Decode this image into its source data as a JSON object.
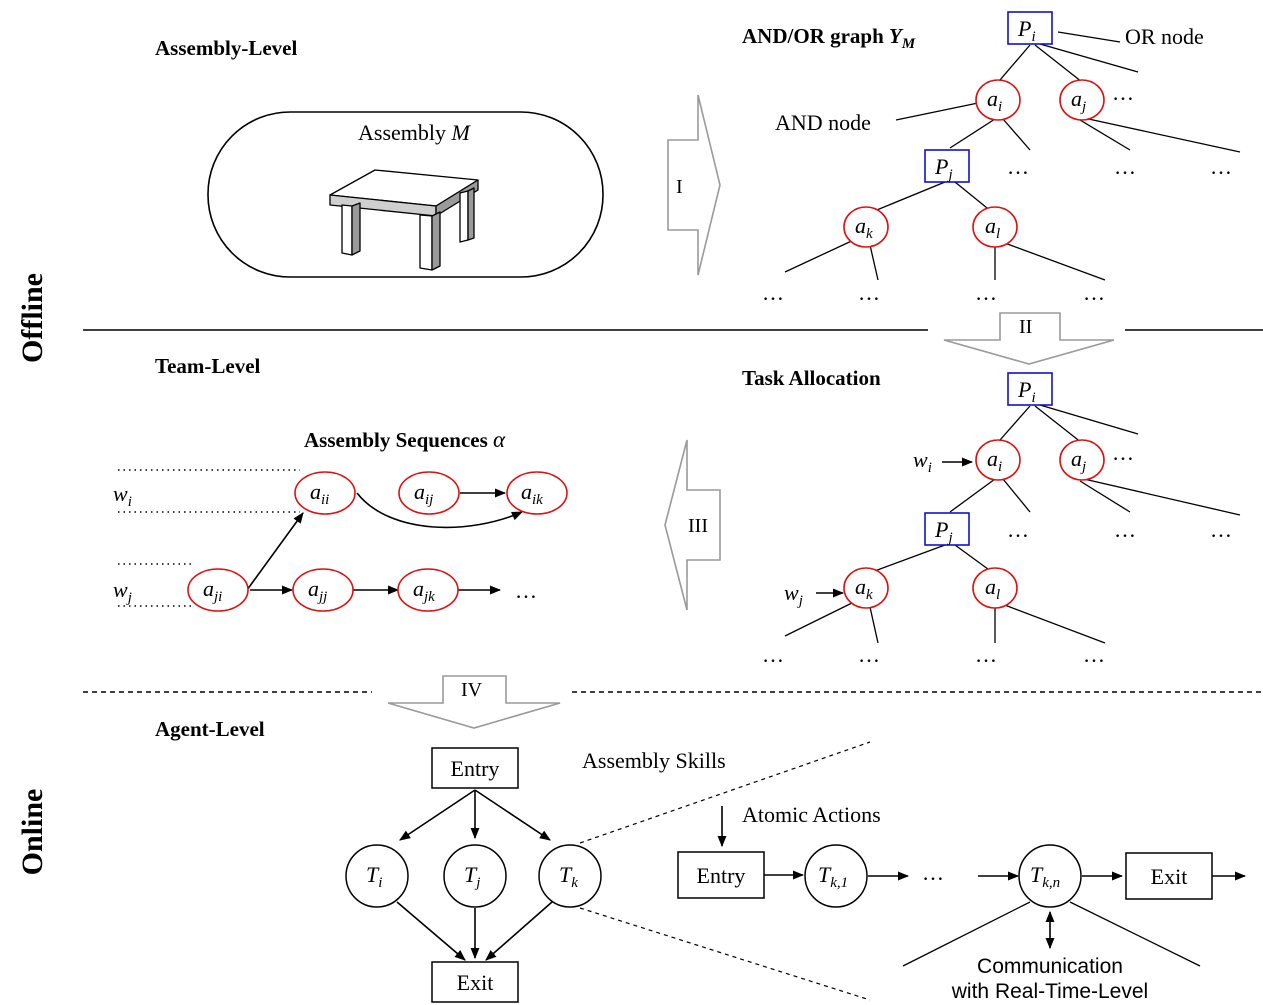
{
  "sections": {
    "offline": "Offline",
    "online": "Online"
  },
  "levels": {
    "assembly": "Assembly-Level",
    "team": "Team-Level",
    "agent": "Agent-Level"
  },
  "assembly": {
    "label": "Assembly",
    "symbol": "M"
  },
  "andor": {
    "title": "AND/OR graph",
    "symbol": "Y",
    "subscript": "M",
    "or_label": "OR node",
    "and_label": "AND node"
  },
  "task_allocation": {
    "title": "Task Allocation",
    "worker_i": "w",
    "worker_i_sub": "i",
    "worker_j": "w",
    "worker_j_sub": "j"
  },
  "sequences": {
    "title": "Assembly Sequences",
    "symbol": "α",
    "row_labels": [
      {
        "base": "w",
        "sub": "i"
      },
      {
        "base": "w",
        "sub": "j"
      }
    ],
    "nodes": [
      {
        "base": "a",
        "sub": "ii"
      },
      {
        "base": "a",
        "sub": "ij"
      },
      {
        "base": "a",
        "sub": "ik"
      },
      {
        "base": "a",
        "sub": "ji"
      },
      {
        "base": "a",
        "sub": "jj"
      },
      {
        "base": "a",
        "sub": "jk"
      }
    ],
    "ellipsis": "…"
  },
  "tree_nodes": {
    "Pi": {
      "base": "P",
      "sub": "i"
    },
    "Pj": {
      "base": "P",
      "sub": "j"
    },
    "ai": {
      "base": "a",
      "sub": "i"
    },
    "aj": {
      "base": "a",
      "sub": "j"
    },
    "ak": {
      "base": "a",
      "sub": "k"
    },
    "al": {
      "base": "a",
      "sub": "l"
    },
    "ellipsis": "…"
  },
  "steps": [
    "I",
    "II",
    "III",
    "IV"
  ],
  "agent": {
    "entry": "Entry",
    "exit": "Exit",
    "tasks": [
      {
        "base": "T",
        "sub": "i"
      },
      {
        "base": "T",
        "sub": "j"
      },
      {
        "base": "T",
        "sub": "k"
      }
    ],
    "skills_label": "Assembly Skills",
    "atomic_label": "Atomic Actions",
    "chain_entry": "Entry",
    "chain_exit": "Exit",
    "chain_nodes": [
      {
        "base": "T",
        "sub": "k,1"
      },
      {
        "base": "T",
        "sub": "k,n"
      }
    ],
    "chain_ellipsis": "…",
    "comm_line1": "Communication",
    "comm_line2": "with Real-Time-Level"
  },
  "colors": {
    "and_node": "#e01010",
    "or_node": "#1010d0",
    "step_arrow": "#9a9a9a"
  }
}
